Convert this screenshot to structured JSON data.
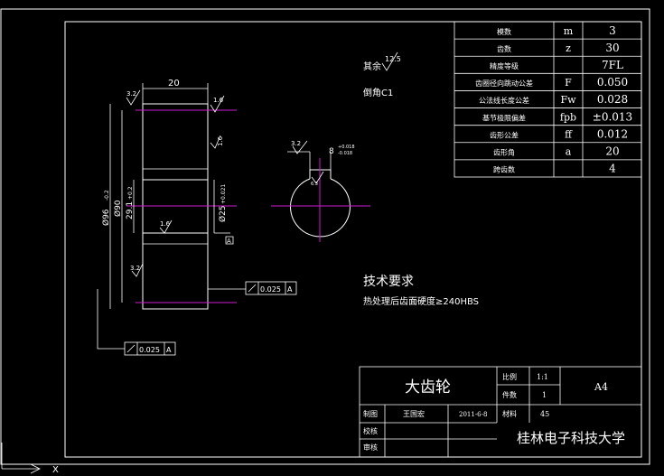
{
  "params": [
    {
      "label": "模数",
      "symbol": "m",
      "value": "3"
    },
    {
      "label": "齿数",
      "symbol": "z",
      "value": "30"
    },
    {
      "label": "精度等级",
      "symbol": "",
      "value": "7FL"
    },
    {
      "label": "齿圈径向跳动公差",
      "symbol": "F",
      "value": "0.050"
    },
    {
      "label": "公法线长度公差",
      "symbol": "Fw",
      "value": "0.028"
    },
    {
      "label": "基节极限偏差",
      "symbol": "fpb",
      "value": "±0.013"
    },
    {
      "label": "齿形公差",
      "symbol": "ff",
      "value": "0.012"
    },
    {
      "label": "齿形角",
      "symbol": "a",
      "value": "20"
    },
    {
      "label": "跨齿数",
      "symbol": "",
      "value": "4"
    }
  ],
  "notes": {
    "roughness_other_label": "其余",
    "roughness_other_value": "12.5",
    "chamfer": "倒角C1",
    "tech_title": "技术要求",
    "tech_line": "热处理后齿面硬度≥240HBS"
  },
  "dims": {
    "width": "20",
    "rough_32": "3.2",
    "rough_16a": "1.6",
    "rough_16b": "1.6",
    "rough_16c": "1.6",
    "rough_32b": "3.2",
    "rough_32c": "3.2",
    "d96": "Ø96",
    "d96_tol": "-0.2",
    "d90": "Ø90",
    "d291": "29.1",
    "d291_tol": "+0.2",
    "d25": "Ø25",
    "d25_tol": "+0.021",
    "key_width": "8",
    "key_tol_up": "+0.018",
    "key_tol_low": "-0.018",
    "key_rough": "6.3",
    "tol1_value": "0.025",
    "tol1_datum": "A",
    "tol2_value": "0.025",
    "tol2_datum": "A",
    "datum": "A"
  },
  "title_block": {
    "part_name": "大齿轮",
    "scale_label": "比例",
    "scale_value": "1:1",
    "qty_label": "件数",
    "qty_value": "1",
    "sheet": "A4",
    "drawn_label": "制图",
    "drawn_by": "王国宏",
    "date": "2011-6-8",
    "material_label": "材料",
    "material_value": "45",
    "check_label": "校核",
    "review_label": "审核",
    "school": "桂林电子科技大学"
  },
  "ucs": {
    "x_label": "X"
  }
}
